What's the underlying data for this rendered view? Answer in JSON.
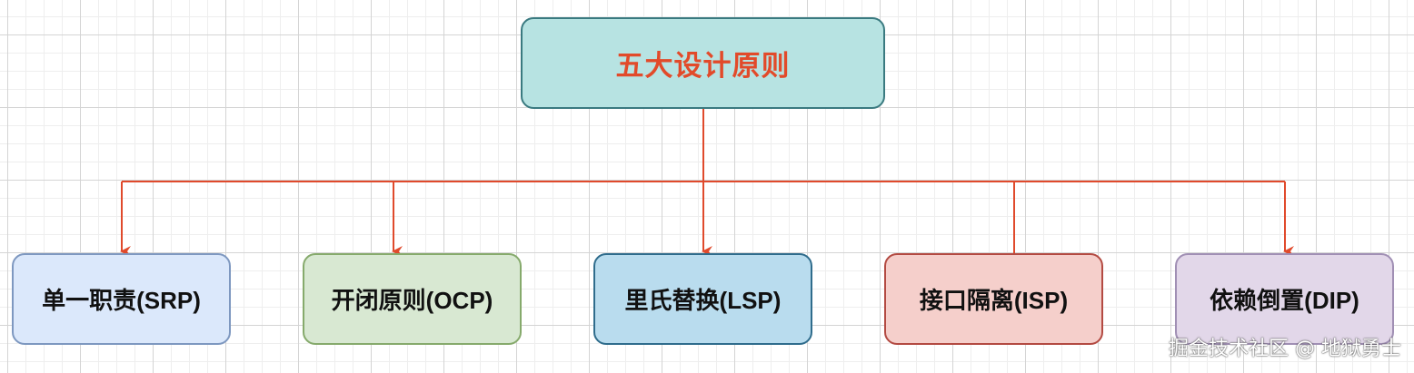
{
  "diagram": {
    "root": {
      "label": "五大设计原则"
    },
    "children": [
      {
        "label": "单一职责(SRP)"
      },
      {
        "label": "开闭原则(OCP)"
      },
      {
        "label": "里氏替换(LSP)"
      },
      {
        "label": "接口隔离(ISP)"
      },
      {
        "label": "依赖倒置(DIP)"
      }
    ]
  },
  "watermark": "掘金技术社区 @ 地狱勇士",
  "colors": {
    "connector": "#e04a2c",
    "root_text": "#e24a2a"
  }
}
